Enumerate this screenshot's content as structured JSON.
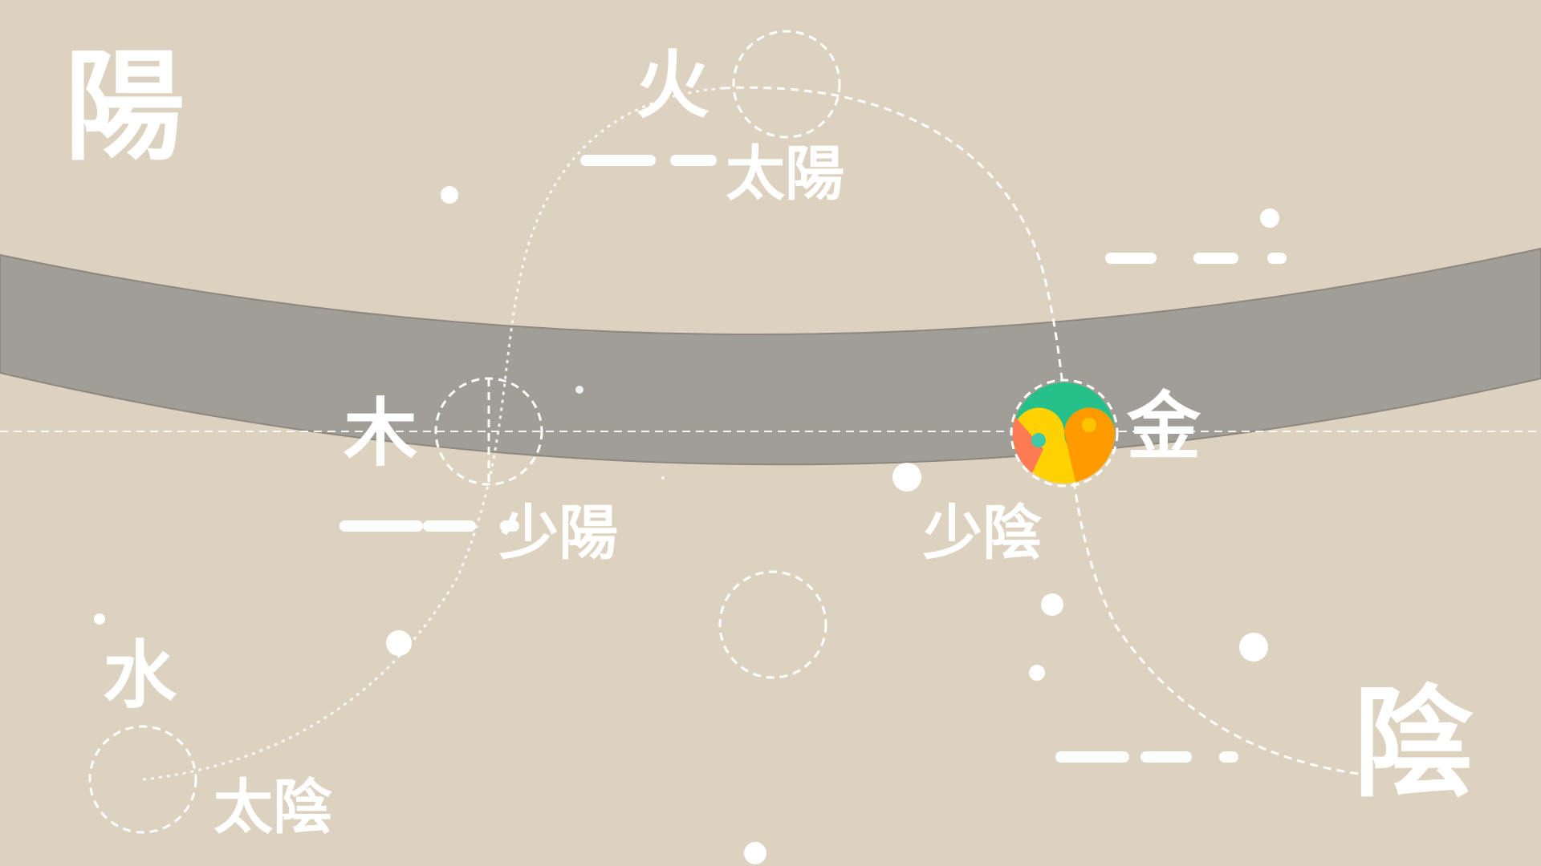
{
  "diagram": {
    "corner_yang": "陽",
    "corner_yin": "陰",
    "elements": {
      "fire": "火",
      "wood": "木",
      "metal": "金",
      "water": "水"
    },
    "phases": {
      "greater_yang": "太陽",
      "lesser_yang": "少陽",
      "lesser_yin": "少陰",
      "greater_yin": "太陰"
    },
    "trigram_lines": {
      "greater_yang": "solid",
      "lesser_yang": "solid + broken",
      "upper_right": "solid + broken",
      "lower_right": "solid + broken"
    }
  },
  "colors": {
    "background": "#ddd2bf",
    "band": "#a19d97",
    "foreground": "#ffffff",
    "taiji_green": "#26c08a",
    "taiji_teal": "#6de8c6",
    "taiji_yellow": "#ffd200",
    "taiji_orange": "#ff9a00",
    "taiji_coral": "#ff7b54"
  },
  "icons": [
    "taiji-icon"
  ]
}
